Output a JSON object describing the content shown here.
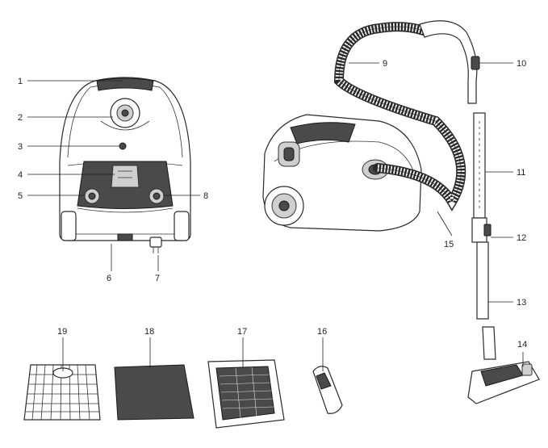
{
  "labels": {
    "l1": "1",
    "l2": "2",
    "l3": "3",
    "l4": "4",
    "l5": "5",
    "l6": "6",
    "l7": "7",
    "l8": "8",
    "l9": "9",
    "l10": "10",
    "l11": "11",
    "l12": "12",
    "l13": "13",
    "l14": "14",
    "l15": "15",
    "l16": "16",
    "l17": "17",
    "l18": "18",
    "l19": "19"
  },
  "colors": {
    "line": "#222222",
    "panel": "#4a4a4a",
    "light": "#cfcfcf"
  }
}
